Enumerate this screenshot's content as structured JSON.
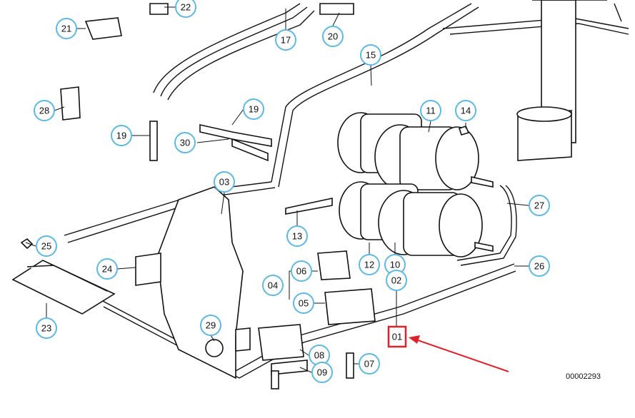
{
  "diagram": {
    "id": "00002293",
    "callouts": [
      "21",
      "22",
      "17",
      "20",
      "15",
      "28",
      "19",
      "19",
      "11",
      "14",
      "30",
      "03",
      "27",
      "25",
      "13",
      "24",
      "06",
      "12",
      "10",
      "26",
      "04",
      "02",
      "05",
      "23",
      "29",
      "08",
      "07",
      "09",
      "01"
    ],
    "highlight": {
      "label": "01",
      "box_color": "#e0202a",
      "arrow_color": "#e0202a"
    },
    "colors": {
      "callout_ring": "#5fb8e0",
      "line": "#111111",
      "background": "#ffffff"
    }
  }
}
